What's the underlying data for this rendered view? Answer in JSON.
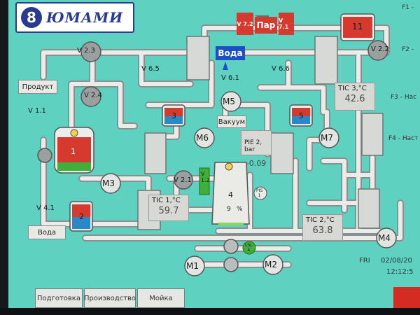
{
  "logo": {
    "mark": "8",
    "text": "ЮМАМИ"
  },
  "buttons": {
    "product": "Продукт",
    "vacuum": "Вакуум",
    "water_bottom": "Вода"
  },
  "steam": {
    "label": "Пар",
    "valve_left": "V 7.2",
    "valve_right": "V 7.1"
  },
  "water_top": "Вода",
  "valves": [
    "V 2.3",
    "V 2.4",
    "V 6.5",
    "V 6.6",
    "V 6.1",
    "V 1.1",
    "V 4.1",
    "V 2.1",
    "V 1.2",
    "V 2.2"
  ],
  "motors": [
    "M5",
    "M6",
    "M7",
    "M3",
    "M1",
    "M2",
    "M4"
  ],
  "tanks": {
    "t1": "1",
    "t2": "2",
    "t3": "3",
    "t5": "5",
    "t11": "11",
    "t4": "4",
    "t4_level": "9",
    "t4_unit": "%"
  },
  "readouts": {
    "tic3": {
      "label": "TIC 3,°C",
      "value": "42.6"
    },
    "tic1": {
      "label": "TIC 1,°C",
      "value": "59.7"
    },
    "tic2": {
      "label": "TIC 2,°C",
      "value": "63.8"
    },
    "pie2": {
      "label": "PIE 2,\nbar",
      "value": "-0.09"
    }
  },
  "sensors": {
    "pis": "PIS\n1",
    "lsl": "LSL\n4"
  },
  "right_menu": [
    "F1 -",
    "F2 -",
    "F3 - Нас",
    "F4 - Наст"
  ],
  "footer": {
    "day": "FRI",
    "date": "02/08/20",
    "time": "12:12:5"
  },
  "tabs": [
    "Подготовка",
    "Производство",
    "Мойка"
  ],
  "colors": {
    "screen": "#5fd1c0",
    "pipe": "#d9d9d4",
    "steam": "#d63a2f",
    "water": "#1d4fc4",
    "tank_red": "#d63a2f",
    "tank_blue": "#2a88c9",
    "tank_green": "#3fae3a"
  }
}
